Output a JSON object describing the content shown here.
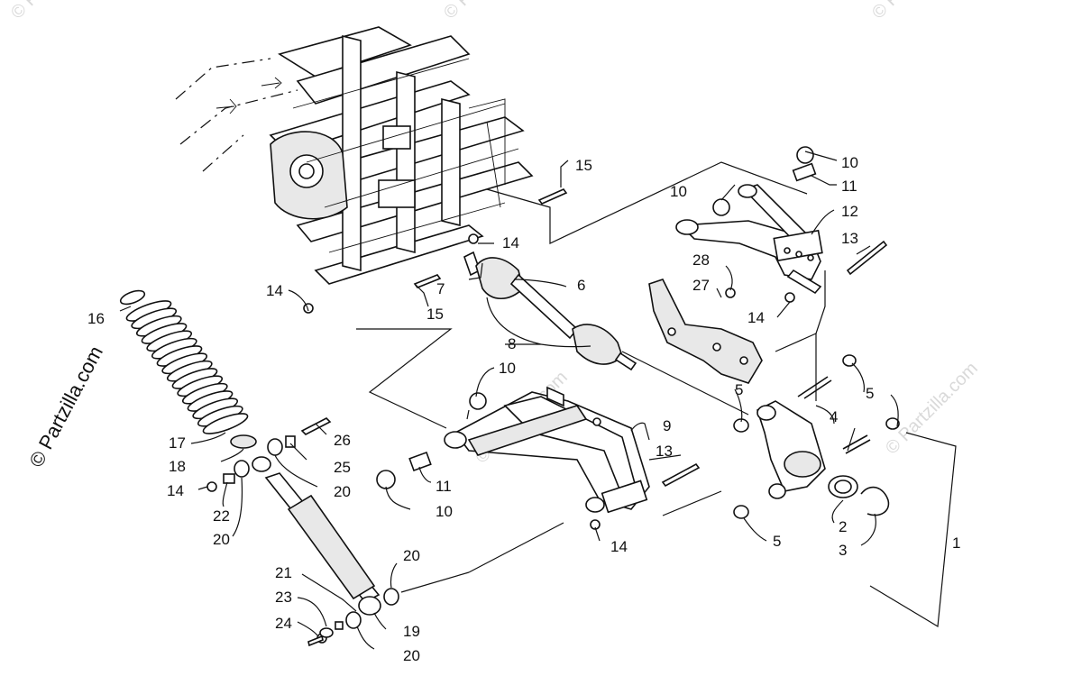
{
  "watermark": {
    "text": "© Partzilla.com",
    "faint_text": "© Partzilla.com"
  },
  "callouts": {
    "c1": "1",
    "c2": "2",
    "c3": "3",
    "c4": "4",
    "c5a": "5",
    "c5b": "5",
    "c5c": "5",
    "c6": "6",
    "c7": "7",
    "c8": "8",
    "c9": "9",
    "c10a": "10",
    "c10b": "10",
    "c10c": "10",
    "c10d": "10",
    "c11a": "11",
    "c11b": "11",
    "c12": "12",
    "c13a": "13",
    "c13b": "13",
    "c14a": "14",
    "c14b": "14",
    "c14c": "14",
    "c14d": "14",
    "c14e": "14",
    "c15a": "15",
    "c15b": "15",
    "c16": "16",
    "c17": "17",
    "c18": "18",
    "c19": "19",
    "c20a": "20",
    "c20b": "20",
    "c20c": "20",
    "c20d": "20",
    "c21": "21",
    "c22": "22",
    "c23": "23",
    "c24": "24",
    "c25": "25",
    "c26": "26",
    "c27": "27",
    "c28": "28"
  },
  "colors": {
    "ink": "#111111",
    "paper": "#ffffff",
    "watermark_faint": "#d9d9d9"
  }
}
